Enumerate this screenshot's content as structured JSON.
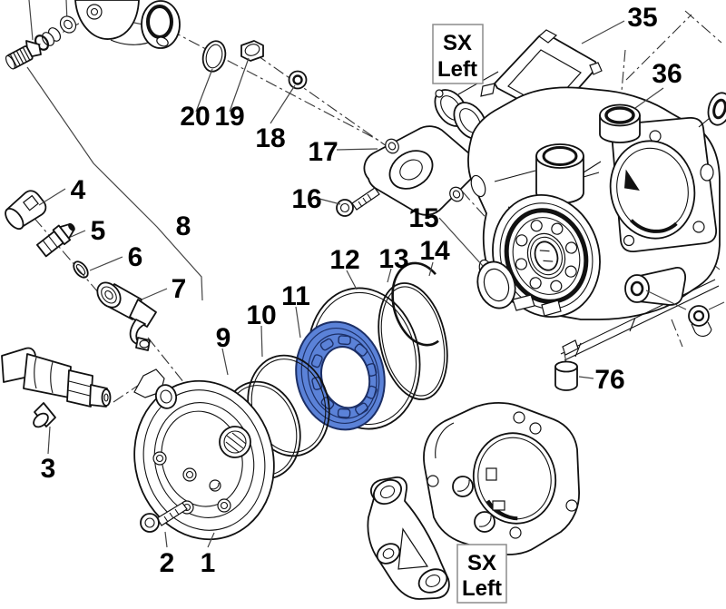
{
  "diagram": {
    "kind": "exploded-parts-diagram",
    "background_color": "#ffffff",
    "line_color": "#111111",
    "label_color": "#000000",
    "highlight_color": "#5b82d8",
    "highlight_stroke_color": "#1c2f66",
    "box_border_color": "#8c8c8c"
  },
  "part_labels": [
    {
      "text": "1"
    },
    {
      "text": "2"
    },
    {
      "text": "3"
    },
    {
      "text": "4"
    },
    {
      "text": "5"
    },
    {
      "text": "6"
    },
    {
      "text": "7"
    },
    {
      "text": "8"
    },
    {
      "text": "9"
    },
    {
      "text": "10"
    },
    {
      "text": "11"
    },
    {
      "text": "12"
    },
    {
      "text": "13"
    },
    {
      "text": "14"
    },
    {
      "text": "15"
    },
    {
      "text": "16"
    },
    {
      "text": "17"
    },
    {
      "text": "18"
    },
    {
      "text": "19"
    },
    {
      "text": "20"
    },
    {
      "text": "35"
    },
    {
      "text": "36"
    },
    {
      "text": "76"
    }
  ],
  "side_boxes": {
    "top": {
      "line1": "SX",
      "line2": "Left"
    },
    "bottom": {
      "line1": "SX",
      "line2": "Left"
    }
  }
}
